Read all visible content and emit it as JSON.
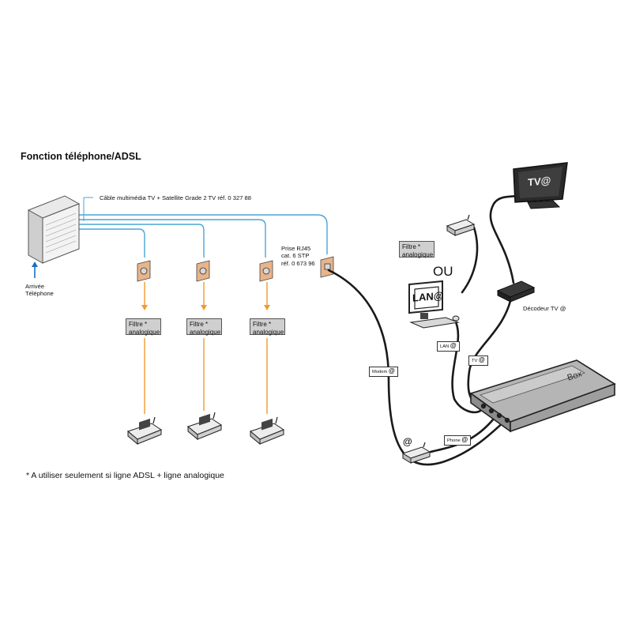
{
  "title": "Fonction téléphone/ADSL",
  "cable_label": "Câble multimédia TV + Satellite Grade 2 TV réf. 0 327 88",
  "arrival_label": [
    "Arrivée",
    "Téléphone"
  ],
  "rj45_label": [
    "Prise RJ45",
    "cat. 6 STP",
    "réf. 0 673 96"
  ],
  "filter_label": [
    "Filtre *",
    "analogique"
  ],
  "ou_label": "OU",
  "lan_screen_label": "LAN@",
  "tv_screen_label": "TV@",
  "decoder_label": "Décodeur TV @",
  "box_label": "Box",
  "tags": {
    "modem": "Modem",
    "lan": "LAN",
    "tv": "TV",
    "phone": "Phone",
    "at": "@"
  },
  "footnote": "* A utiliser seulement si ligne ADSL + ligne analogique",
  "colors": {
    "cable_blue": "#4aa6d6",
    "filter_orange": "#f29a2e",
    "outlet_face": "#e9b48a",
    "black_cable": "#1a1a1a"
  }
}
